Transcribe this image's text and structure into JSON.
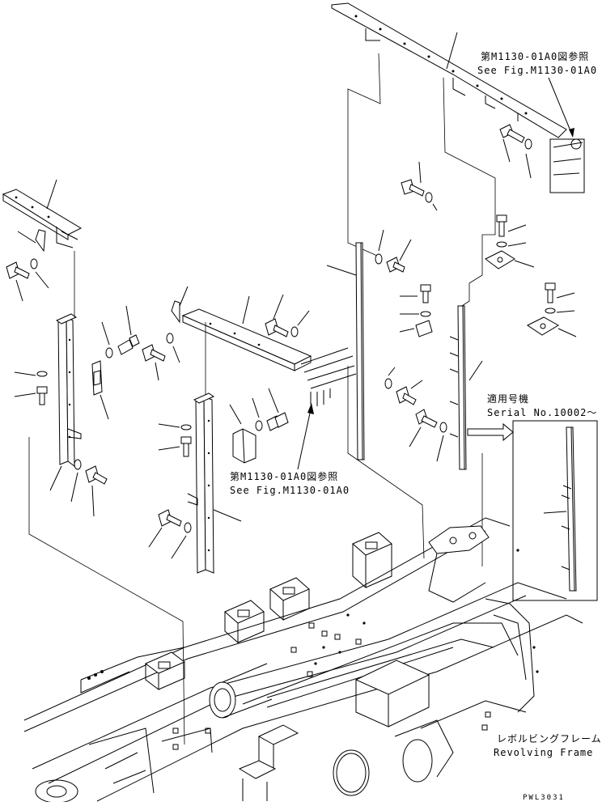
{
  "references": {
    "top_right": {
      "jp": "第M1130-01A0図参照",
      "en": "See Fig.M1130-01A0"
    },
    "center": {
      "jp": "第M1130-01A0図参照",
      "en": "See Fig.M1130-01A0"
    }
  },
  "serial_note": {
    "jp": "適用号機",
    "en": "Serial No.10002～"
  },
  "frame_label": {
    "jp": "レボルビングフレーム",
    "en": "Revolving Frame"
  },
  "drawing_code": "PWL3031"
}
